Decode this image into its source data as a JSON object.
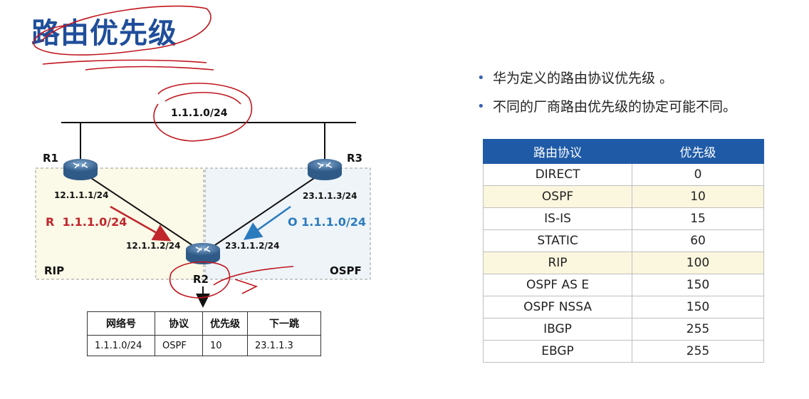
{
  "title": "路由优先级",
  "bullets": [
    "华为定义的路由协议优先级 。",
    "不同的厂商路由优先级的协定可能不同。"
  ],
  "priority_table": {
    "headers": [
      "路由协议",
      "优先级"
    ],
    "rows": [
      [
        "DIRECT",
        "0"
      ],
      [
        "OSPF",
        "10"
      ],
      [
        "IS-IS",
        "15"
      ],
      [
        "STATIC",
        "60"
      ],
      [
        "RIP",
        "100"
      ],
      [
        "OSPF AS E",
        "150"
      ],
      [
        "OSPF NSSA",
        "150"
      ],
      [
        "IBGP",
        "255"
      ],
      [
        "EBGP",
        "255"
      ]
    ]
  },
  "topology": {
    "network": "1.1.1.0/24",
    "routers": [
      "R1",
      "R3",
      "R2"
    ],
    "r1_if": "12.1.1.1/24",
    "r3_if": "23.1.1.3/24",
    "r2_if_left": "12.1.1.2/24",
    "r2_if_right": "23.1.1.2/24",
    "rip_route": "R  1.1.1.0/24",
    "ospf_route": "O 1.1.1.0/24",
    "rip_area": "RIP",
    "ospf_area": "OSPF"
  },
  "routing_table": {
    "headers": [
      "网络号",
      "协议",
      "优先级",
      "下一跳"
    ],
    "row": [
      "1.1.1.0/24",
      "OSPF",
      "10",
      "23.1.1.3"
    ]
  },
  "colors": {
    "title": "#1f4e9a",
    "table_header": "#1f5aa6",
    "highlight_row": "#fbf7de",
    "rip_arrow": "#c0272d",
    "ospf_arrow": "#2b7bbf",
    "annotation": "#c0161e"
  }
}
